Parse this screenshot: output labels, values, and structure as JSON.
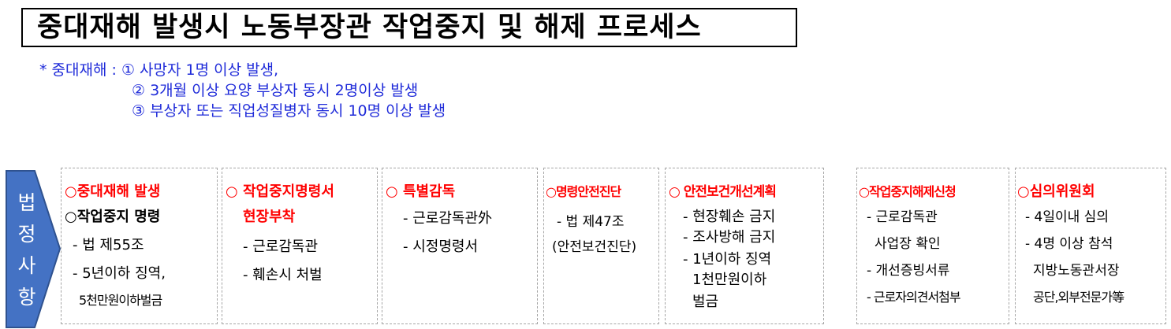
{
  "title": "중대재해 발생시 노동부장관 작업중지 및 해제 프로세스",
  "note": {
    "line1": "* 중대재해 : ① 사망자 1명 이상 발생,",
    "line2": "② 3개월 이상 요양 부상자 동시 2명이상 발생",
    "line3": "③ 부상자 또는 직업성질병자 동시 10명 이상 발생"
  },
  "sidebar": {
    "chars": [
      "법",
      "정",
      "사",
      "항"
    ]
  },
  "boxes": [
    {
      "heading": "○중대재해 발생",
      "heading2": "",
      "lines": [
        "○작업중지 명령",
        "- 법 제55조",
        "- 5년이하 징역,",
        "5천만원이하벌금"
      ]
    },
    {
      "heading": "○ 작업중지명령서",
      "heading2": "현장부착",
      "lines": [
        "- 근로감독관",
        "- 훼손시 처벌"
      ]
    },
    {
      "heading": "○ 특별감독",
      "heading2": "",
      "lines": [
        "- 근로감독관外",
        "- 시정명령서"
      ]
    },
    {
      "heading": "○명령안전진단",
      "heading2": "",
      "lines": [
        "- 법 제47조",
        "(안전보건진단)"
      ]
    },
    {
      "heading": "○ 안전보건개선계획",
      "heading2": "",
      "lines": [
        "- 현장훼손 금지",
        "- 조사방해 금지",
        "- 1년이하 징역",
        "1천만원이하",
        "벌금"
      ]
    },
    {
      "heading": "○작업중지해제신청",
      "heading2": "",
      "lines": [
        "- 근로감독관",
        "사업장 확인",
        "- 개선증빙서류",
        "- 근로자의견서첨부"
      ]
    },
    {
      "heading": "○심의위원회",
      "heading2": "",
      "lines": [
        "- 4일이내 심의",
        "- 4명 이상 참석",
        "지방노동관서장",
        "공단,외부전문가等"
      ]
    }
  ],
  "colors": {
    "accent_red": "#ff0000",
    "note_blue": "#1f2bd9",
    "arrow_fill": "#4472c4"
  }
}
